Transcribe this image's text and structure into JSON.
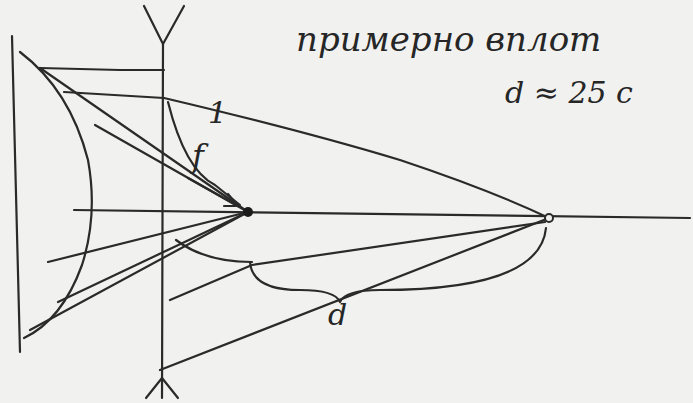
{
  "diagram": {
    "labels": [
      "примерно вплот",
      "d ≈ 25 с",
      "1",
      "f",
      "d"
    ]
  }
}
